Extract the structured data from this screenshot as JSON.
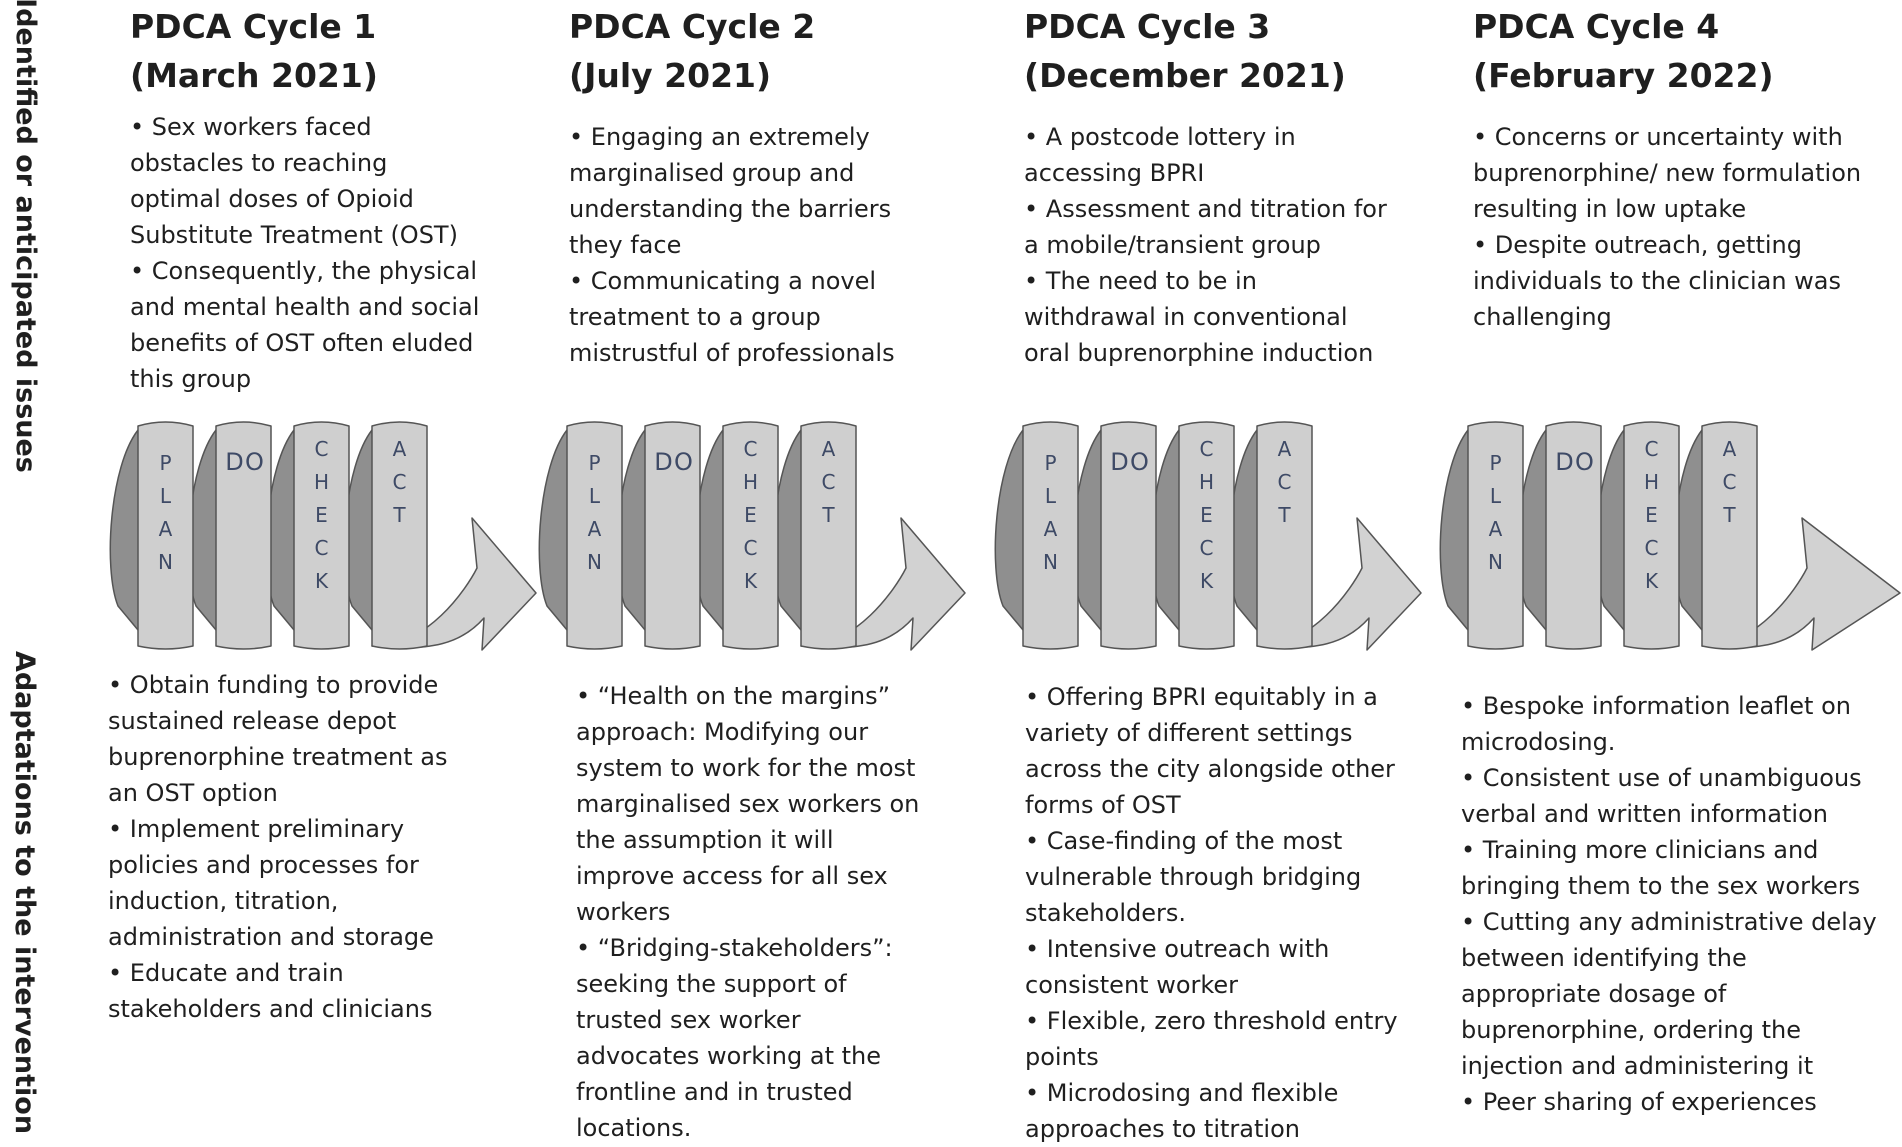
{
  "side_labels": {
    "top": "Identified or anticipated issues",
    "bottom": "Adaptations to the intervention"
  },
  "phase_letters": {
    "plan": [
      "P",
      "L",
      "A",
      "N"
    ],
    "do": [
      "D",
      "O"
    ],
    "check": [
      "C",
      "H",
      "E",
      "C",
      "K"
    ],
    "act": [
      "A",
      "C",
      "T"
    ]
  },
  "colors": {
    "ribbon_light": "#cfcfcf",
    "ribbon_dark": "#8f8f8f",
    "arrow_fill": "#d2d2d2",
    "letter": "#3e4a66"
  },
  "cycles": [
    {
      "title_line1": "PDCA Cycle 1",
      "title_line2": "(March 2021)",
      "issues": [
        "Sex workers faced obstacles to reaching optimal doses of Opioid Substitute Treatment (OST)",
        "Consequently, the physical and mental health and social benefits of OST often eluded this group"
      ],
      "adaptations": [
        "Obtain funding to provide sustained release depot buprenorphine treatment as an OST option",
        "Implement preliminary policies  and processes for induction, titration, administration and storage",
        "Educate and train stakeholders and clinicians"
      ]
    },
    {
      "title_line1": "PDCA Cycle 2",
      "title_line2": "(July 2021)",
      "issues": [
        "Engaging an extremely marginalised group and understanding the barriers they face",
        "Communicating a novel treatment to a group mistrustful of professionals"
      ],
      "adaptations": [
        "“Health on the margins” approach: Modifying our system to work for the most marginalised sex workers on the assumption it will improve access for all sex workers",
        "“Bridging-stakeholders”: seeking the support of trusted sex worker advocates working at the frontline and in trusted locations."
      ]
    },
    {
      "title_line1": "PDCA Cycle 3",
      "title_line2": "(December 2021)",
      "issues": [
        "A postcode lottery in accessing BPRI",
        "Assessment and titration for a mobile/transient group",
        "The need to be in withdrawal in conventional oral buprenorphine induction"
      ],
      "adaptations": [
        "Offering BPRI equitably in a variety of different settings across the city alongside other forms of OST",
        "Case-finding of the most vulnerable through bridging stakeholders.",
        "Intensive outreach with consistent worker",
        "Flexible, zero threshold entry points",
        "Microdosing and flexible approaches to titration"
      ]
    },
    {
      "title_line1": "PDCA Cycle 4",
      "title_line2": "(February 2022)",
      "issues": [
        "Concerns or uncertainty with buprenorphine/ new formulation resulting in low uptake",
        "Despite outreach, getting individuals to the clinician was challenging"
      ],
      "adaptations": [
        "Bespoke information leaflet on microdosing.",
        "Consistent use of unambiguous verbal and written information",
        "Training more clinicians and bringing them to the sex workers",
        "Cutting any administrative delay between identifying the appropriate dosage of buprenorphine, ordering the injection and administering it",
        "Peer sharing of experiences"
      ]
    }
  ]
}
